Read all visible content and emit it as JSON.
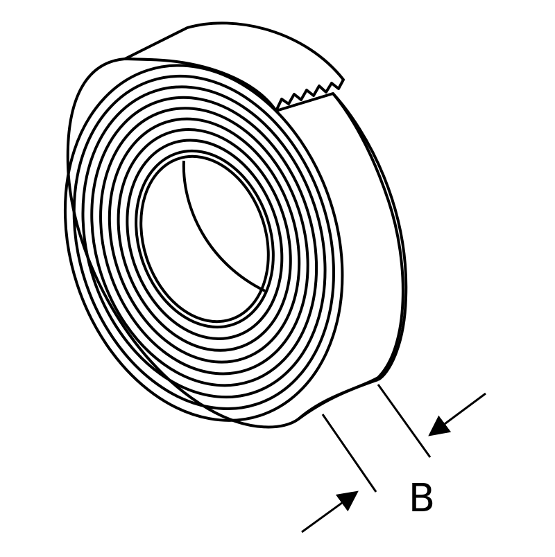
{
  "diagram": {
    "subject": "tape-roll",
    "dimension_label": "B",
    "stroke_color": "#000000",
    "fill_color": "#ffffff",
    "wrap_count": 9
  }
}
